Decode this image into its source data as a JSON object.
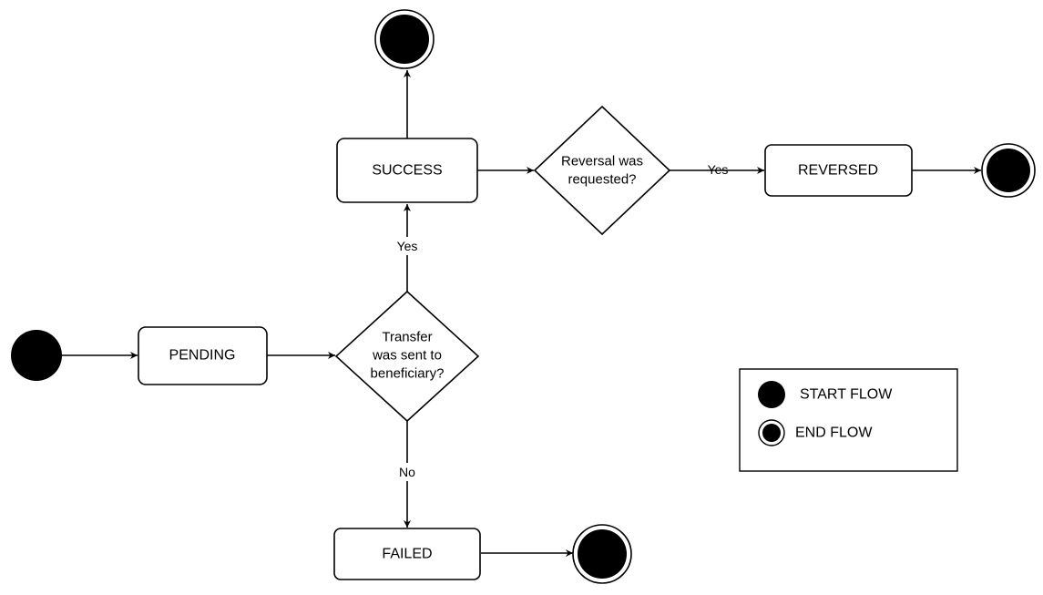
{
  "diagram": {
    "states": {
      "pending": "PENDING",
      "success": "SUCCESS",
      "failed": "FAILED",
      "reversed": "REVERSED"
    },
    "decisions": {
      "transfer_sent": [
        "Transfer",
        "was sent to",
        "beneficiary?"
      ],
      "reversal_requested": [
        "Reversal was",
        "requested?"
      ]
    },
    "edge_labels": {
      "transfer_yes": "Yes",
      "transfer_no": "No",
      "reversal_yes": "Yes"
    },
    "legend": {
      "start": "START FLOW",
      "end": "END FLOW"
    }
  }
}
